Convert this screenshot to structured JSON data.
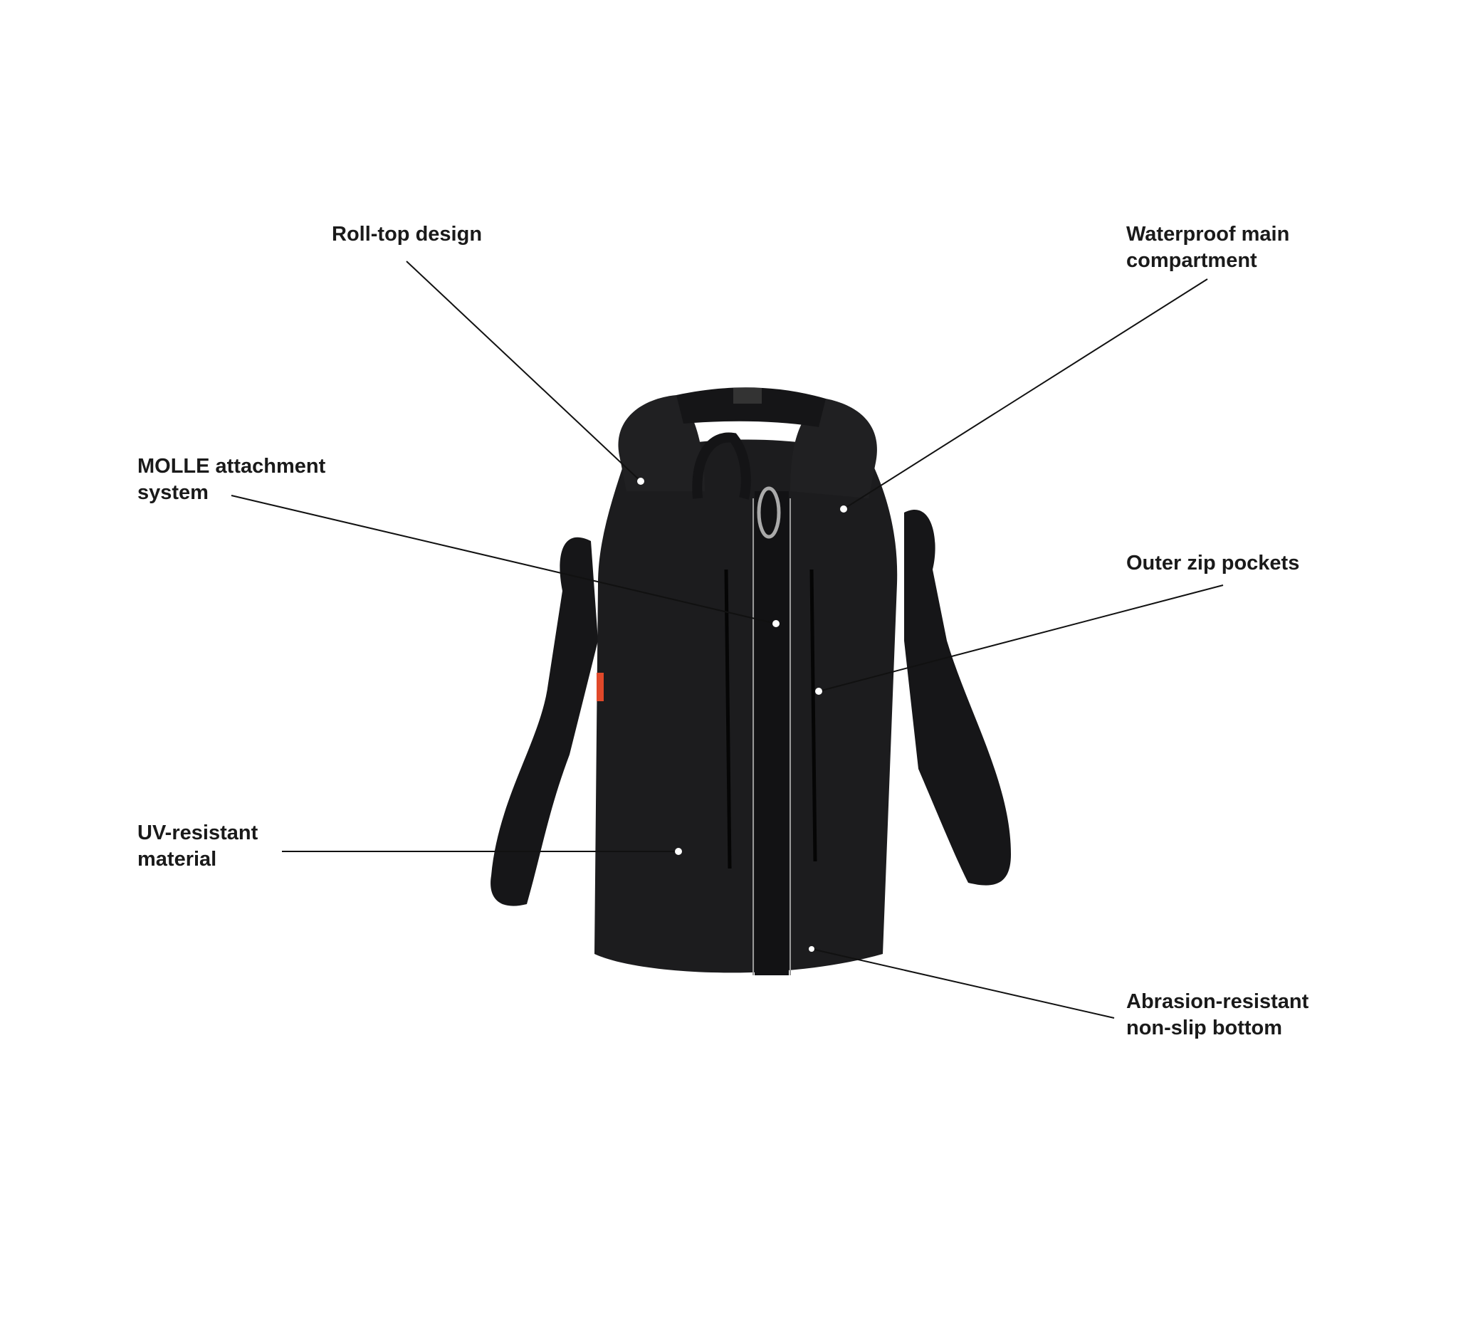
{
  "callouts": [
    {
      "label": "Roll-top design"
    },
    {
      "label": "Waterproof main\ncompartment"
    },
    {
      "label": "MOLLE attachment\nsystem"
    },
    {
      "label": "Outer zip pockets"
    },
    {
      "label": "UV-resistant\nmaterial"
    },
    {
      "label": "Abrasion-resistant\nnon-slip bottom"
    }
  ],
  "colors": {
    "bag": "#1c1c1e",
    "text": "#1a1a1a",
    "leader": "#111111",
    "tag": "#e0482a"
  }
}
